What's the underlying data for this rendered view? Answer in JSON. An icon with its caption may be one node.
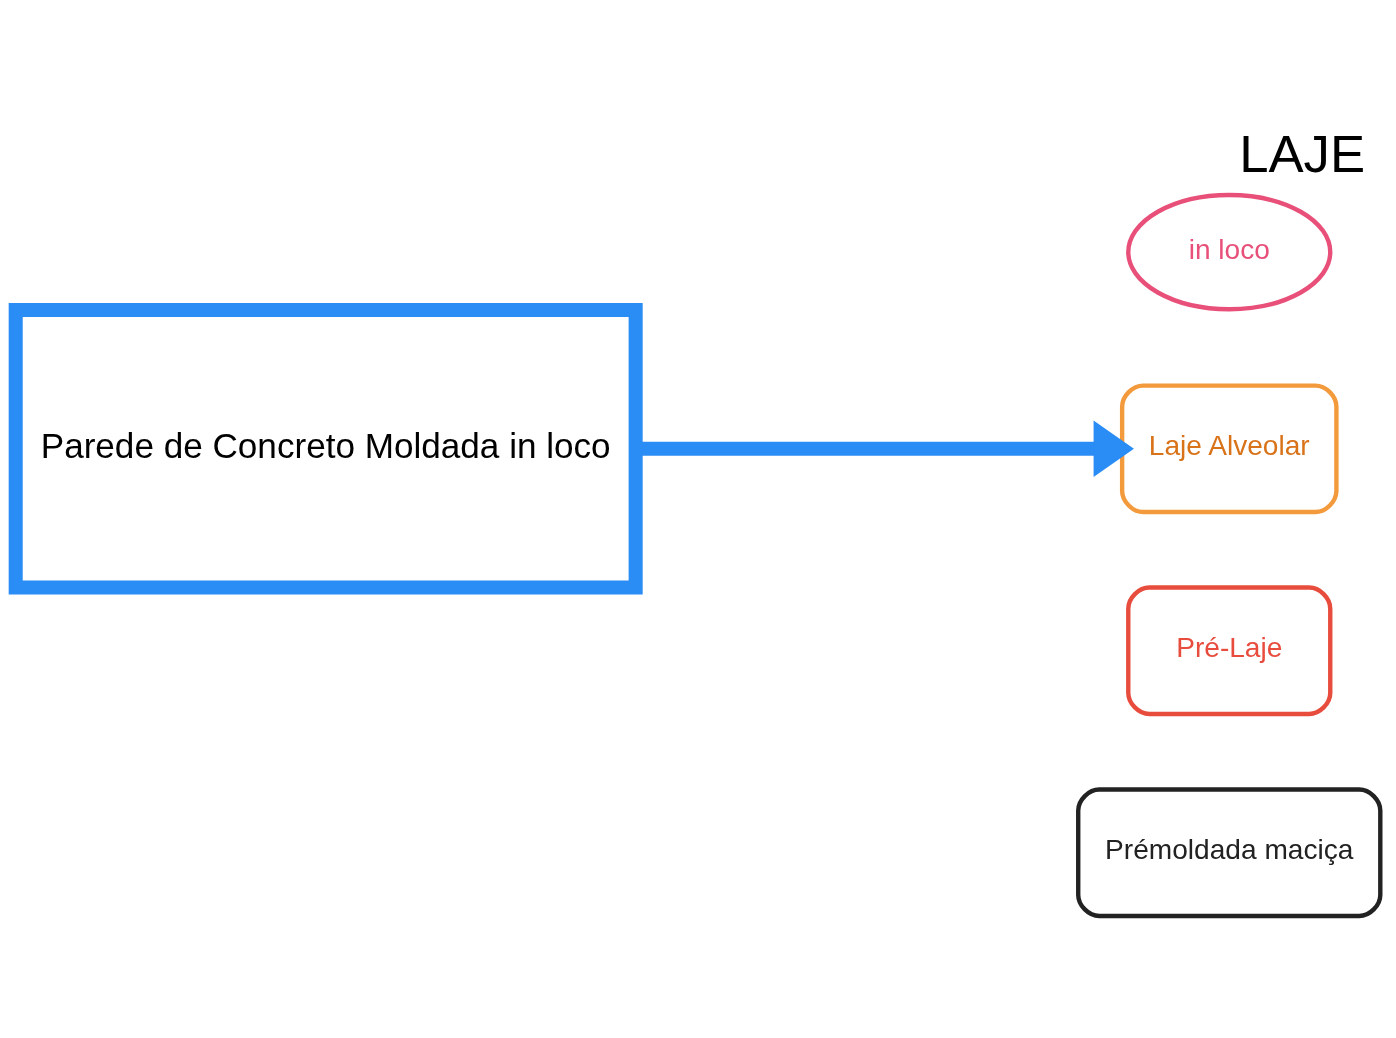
{
  "diagram": {
    "title": "LAJE",
    "nodes": [
      {
        "text": [
          "Parede de Concreto Moldada in loco"
        ]
      },
      {
        "text": [
          "in loco"
        ]
      },
      {
        "text": [
          "Laje Alveolar"
        ]
      },
      {
        "text": [
          "Pré-Laje"
        ]
      },
      {
        "text": [
          "Prémoldada maciça"
        ]
      }
    ],
    "edges": [
      {
        "from": 0,
        "to": 2,
        "arrow": "to"
      }
    ]
  }
}
